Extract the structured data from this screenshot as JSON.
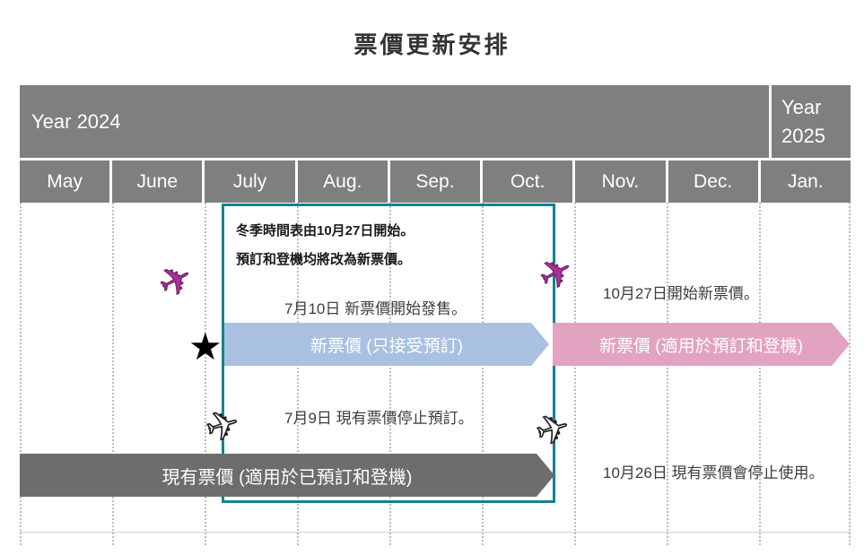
{
  "title": "票價更新安排",
  "header": {
    "year_2024": "Year 2024",
    "year_2025": "Year 2025",
    "months": [
      "May",
      "June",
      "July",
      "Aug.",
      "Sep.",
      "Oct.",
      "Nov.",
      "Dec.",
      "Jan."
    ]
  },
  "callout": {
    "line1": "冬季時間表由10月27日開始。",
    "line2": "預訂和登機均將改為新票價。"
  },
  "bars": {
    "new_fare_booking_only": "新票價 (只接受預訂)",
    "new_fare_booking_boarding": "新票價 (適用於預訂和登機)",
    "current_fare": "現有票價 (適用於已預訂和登機)"
  },
  "annotations": {
    "new_fare_on_sale": "7月10日 新票價開始發售。",
    "new_fare_begins": "10月27日開始新票價。",
    "current_fare_booking_stop": "7月9日 現有票價停止預訂。",
    "current_fare_stop": "10月26日 現有票價會停止使用。"
  },
  "icons": {
    "plane": "✈",
    "star": "★"
  },
  "colors": {
    "header_gray": "#7f7f7f",
    "bar_blue": "#a9c0e0",
    "bar_pink": "#e2a3c0",
    "bar_dark_gray": "#6d6d6d",
    "callout_teal": "#15828f",
    "plane_purple": "#a8309b",
    "text_dark": "#3d3d3d"
  }
}
